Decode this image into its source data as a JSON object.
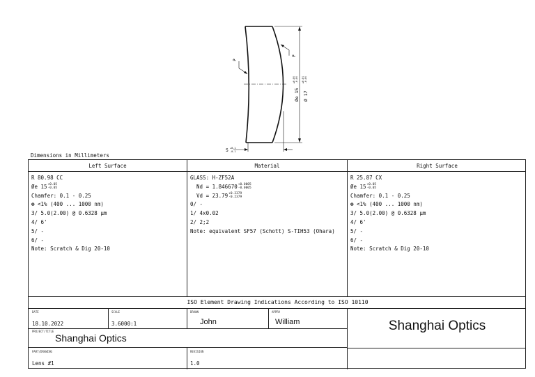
{
  "drawing": {
    "left_label": "P",
    "right_label": "P",
    "clear_aperture": "Øe 15",
    "clear_aperture_tol": [
      "+0.05",
      "-0.05"
    ],
    "diameter": "Ø 17",
    "diameter_tol": [
      "+0.01",
      "-0.05"
    ],
    "thickness": "5",
    "thickness_tol": [
      "+0.1",
      "-0.1"
    ]
  },
  "units_note": "Dimensions in Millimeters",
  "left_surface": {
    "header": "Left Surface",
    "radius": "R 80.98  CC",
    "aperture": "Øe 15",
    "aperture_tol": [
      "+0.05",
      "-0.05"
    ],
    "chamfer": "Chamfer: 0.1 - 0.25",
    "coating_symbol": "⊗",
    "coating": " <1% (400 ... 1000 nm)",
    "line3": "3/ 5.0(2.00) @ 0.6328 µm",
    "line4": "4/ 6'",
    "line5": "5/ -",
    "line6": "6/ -",
    "note": "Note: Scratch & Dig 20-10"
  },
  "material": {
    "header": "Material",
    "glass": "GLASS: H-ZF52A",
    "nd": "Nd = 1.846670",
    "nd_tol": [
      "+0.0005",
      "-0.0005"
    ],
    "vd": "Vd = 23.79",
    "vd_tol": [
      "+0.2379",
      "-0.2379"
    ],
    "line0": "0/ -",
    "line1": "1/ 4x0.02",
    "line2": "2/ 2;2",
    "note": "Note: equivalent  SF57 (Schott) S-TIH53 (Ohara)"
  },
  "right_surface": {
    "header": "Right Surface",
    "radius": "R 25.87  CX",
    "aperture": "Øe 15",
    "aperture_tol": [
      "+0.05",
      "-0.05"
    ],
    "chamfer": "Chamfer: 0.1 - 0.25",
    "coating_symbol": "⊗",
    "coating": " <1% (400 ... 1000 nm)",
    "line3": "3/ 5.0(2.00) @ 0.6328 µm",
    "line4": "4/ 6'",
    "line5": "5/ -",
    "line6": "6/ -",
    "note": "Note: Scratch & Dig 20-10"
  },
  "title_block": {
    "iso_title": "ISO Element Drawing Indications According to ISO 10110",
    "date_label": "DATE",
    "date": "18.10.2022",
    "scale_label": "SCALE",
    "scale": "3.6000:1",
    "drawn_label": "DRAWN",
    "drawn": "John",
    "appr_label": "APPRV",
    "appr": "William",
    "project_label": "PROJECT/TITLE",
    "project": "Shanghai Optics",
    "part_label": "PART/DRAWING",
    "part": "Lens #1",
    "revision_label": "REVISION",
    "revision": "1.0",
    "company": "Shanghai Optics"
  }
}
